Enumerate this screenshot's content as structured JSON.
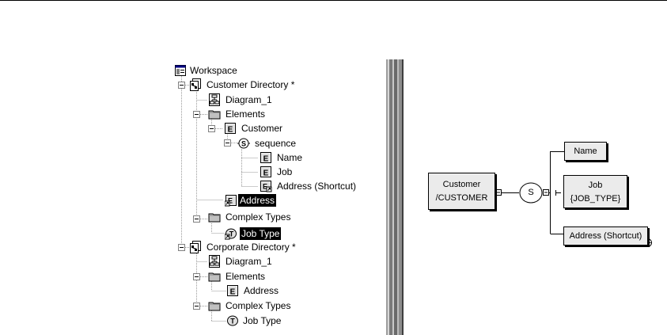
{
  "tree": {
    "nodes": [
      {
        "label": "Workspace",
        "icon": "workspace-icon"
      },
      {
        "label": "Customer Directory *",
        "icon": "model-icon"
      },
      {
        "label": "Diagram_1",
        "icon": "diagram-icon"
      },
      {
        "label": "Elements",
        "icon": "folder-icon"
      },
      {
        "label": "Customer",
        "icon": "element-icon"
      },
      {
        "label": "sequence",
        "icon": "sequence-icon"
      },
      {
        "label": "Name",
        "icon": "element-icon"
      },
      {
        "label": "Job",
        "icon": "element-icon"
      },
      {
        "label": "Address (Shortcut)",
        "icon": "element-shortcut-icon"
      },
      {
        "label": "Address",
        "icon": "element-shortcut-icon",
        "selected": true
      },
      {
        "label": "Complex Types",
        "icon": "folder-icon"
      },
      {
        "label": "Job Type",
        "icon": "complex-type-shortcut-icon",
        "selected": true
      },
      {
        "label": "Corporate Directory *",
        "icon": "model-icon"
      },
      {
        "label": "Diagram_1",
        "icon": "diagram-icon"
      },
      {
        "label": "Elements",
        "icon": "folder-icon"
      },
      {
        "label": "Address",
        "icon": "element-icon"
      },
      {
        "label": "Complex Types",
        "icon": "folder-icon"
      },
      {
        "label": "Job Type",
        "icon": "complex-type-icon"
      }
    ]
  },
  "diagram": {
    "customer": {
      "line1": "Customer",
      "line2": "/CUSTOMER"
    },
    "sequence_symbol": "S",
    "name": {
      "label": "Name"
    },
    "job": {
      "line1": "Job",
      "line2": "{JOB_TYPE}"
    },
    "address": {
      "label": "Address (Shortcut)"
    }
  }
}
